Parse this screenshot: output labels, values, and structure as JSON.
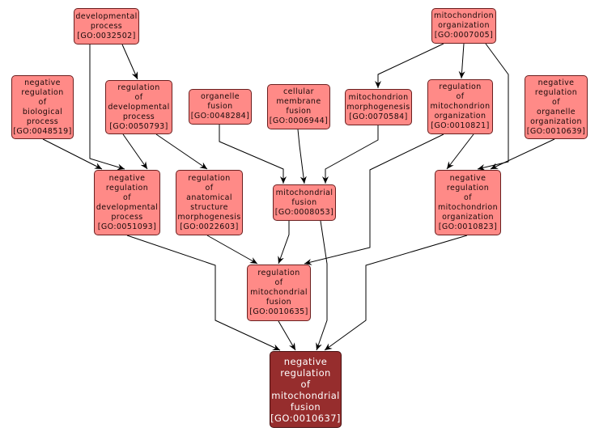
{
  "diagram": {
    "type": "GO term ancestry graph",
    "colors": {
      "node_fill": "#ff8a87",
      "target_fill": "#962d2d",
      "edge": "#000000"
    },
    "nodes": [
      {
        "id": "GO:0032502",
        "lines": [
          "developmental",
          "process",
          "[GO:0032502]"
        ]
      },
      {
        "id": "GO:0048519",
        "lines": [
          "negative",
          "regulation",
          "of",
          "biological",
          "process",
          "[GO:0048519]"
        ]
      },
      {
        "id": "GO:0050793",
        "lines": [
          "regulation",
          "of",
          "developmental",
          "process",
          "[GO:0050793]"
        ]
      },
      {
        "id": "GO:0048284",
        "lines": [
          "organelle",
          "fusion",
          "[GO:0048284]"
        ]
      },
      {
        "id": "GO:0006944",
        "lines": [
          "cellular",
          "membrane",
          "fusion",
          "[GO:0006944]"
        ]
      },
      {
        "id": "GO:0070584",
        "lines": [
          "mitochondrion",
          "morphogenesis",
          "[GO:0070584]"
        ]
      },
      {
        "id": "GO:0007005",
        "lines": [
          "mitochondrion",
          "organization",
          "[GO:0007005]"
        ]
      },
      {
        "id": "GO:0010821",
        "lines": [
          "regulation",
          "of",
          "mitochondrion",
          "organization",
          "[GO:0010821]"
        ]
      },
      {
        "id": "GO:0010639",
        "lines": [
          "negative",
          "regulation",
          "of",
          "organelle",
          "organization",
          "[GO:0010639]"
        ]
      },
      {
        "id": "GO:0051093",
        "lines": [
          "negative",
          "regulation",
          "of",
          "developmental",
          "process",
          "[GO:0051093]"
        ]
      },
      {
        "id": "GO:0022603",
        "lines": [
          "regulation",
          "of",
          "anatomical",
          "structure",
          "morphogenesis",
          "[GO:0022603]"
        ]
      },
      {
        "id": "GO:0008053",
        "lines": [
          "mitochondrial",
          "fusion",
          "[GO:0008053]"
        ]
      },
      {
        "id": "GO:0010823",
        "lines": [
          "negative",
          "regulation",
          "of",
          "mitochondrion",
          "organization",
          "[GO:0010823]"
        ]
      },
      {
        "id": "GO:0010635",
        "lines": [
          "regulation",
          "of",
          "mitochondrial",
          "fusion",
          "[GO:0010635]"
        ]
      },
      {
        "id": "GO:0010637",
        "lines": [
          "negative",
          "regulation",
          "of",
          "mitochondrial",
          "fusion",
          "[GO:0010637]"
        ],
        "target": true
      }
    ],
    "edges": [
      [
        "GO:0032502",
        "GO:0050793"
      ],
      [
        "GO:0032502",
        "GO:0051093"
      ],
      [
        "GO:0048519",
        "GO:0051093"
      ],
      [
        "GO:0050793",
        "GO:0051093"
      ],
      [
        "GO:0050793",
        "GO:0022603"
      ],
      [
        "GO:0048284",
        "GO:0008053"
      ],
      [
        "GO:0006944",
        "GO:0008053"
      ],
      [
        "GO:0070584",
        "GO:0008053"
      ],
      [
        "GO:0007005",
        "GO:0070584"
      ],
      [
        "GO:0007005",
        "GO:0010821"
      ],
      [
        "GO:0007005",
        "GO:0010823"
      ],
      [
        "GO:0010821",
        "GO:0010823"
      ],
      [
        "GO:0010639",
        "GO:0010823"
      ],
      [
        "GO:0010821",
        "GO:0010635"
      ],
      [
        "GO:0022603",
        "GO:0010635"
      ],
      [
        "GO:0008053",
        "GO:0010635"
      ],
      [
        "GO:0051093",
        "GO:0010637"
      ],
      [
        "GO:0010635",
        "GO:0010637"
      ],
      [
        "GO:0008053",
        "GO:0010637"
      ],
      [
        "GO:0010823",
        "GO:0010637"
      ]
    ]
  }
}
